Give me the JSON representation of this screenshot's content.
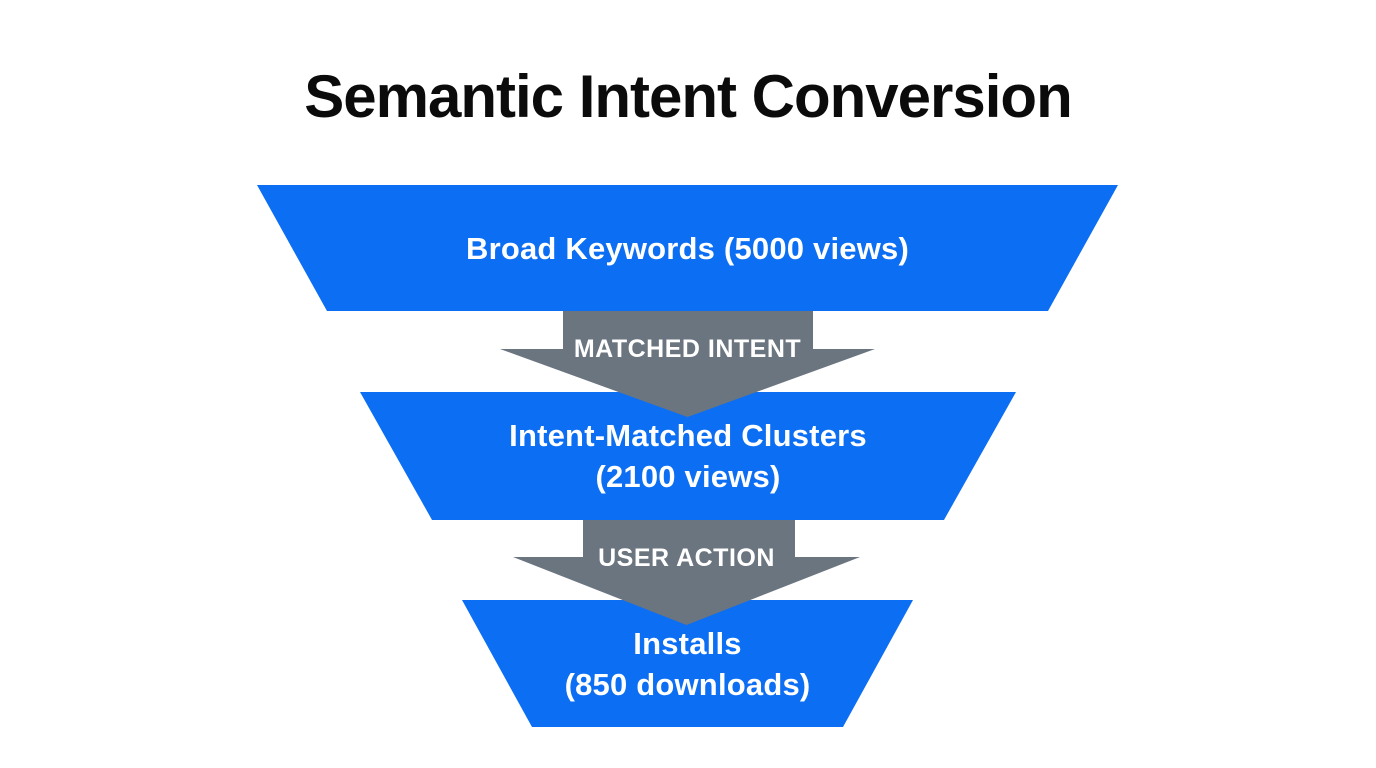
{
  "title": "Semantic Intent Conversion",
  "funnel": {
    "stages": [
      {
        "lines": [
          "Broad Keywords (5000 views)"
        ],
        "value": 5000,
        "metric": "views"
      },
      {
        "lines": [
          "Intent-Matched Clusters",
          "(2100 views)"
        ],
        "value": 2100,
        "metric": "views"
      },
      {
        "lines": [
          "Installs",
          "(850 downloads)"
        ],
        "value": 850,
        "metric": "downloads"
      }
    ],
    "connectors": [
      {
        "label": "MATCHED INTENT"
      },
      {
        "label": "USER ACTION"
      }
    ]
  },
  "colors": {
    "stage_fill": "#0c6ef2",
    "arrow_fill": "#6b7580",
    "stage_text": "#ffffff",
    "arrow_text": "#ffffff",
    "title_text": "#0b0b0b",
    "background": "#ffffff"
  }
}
